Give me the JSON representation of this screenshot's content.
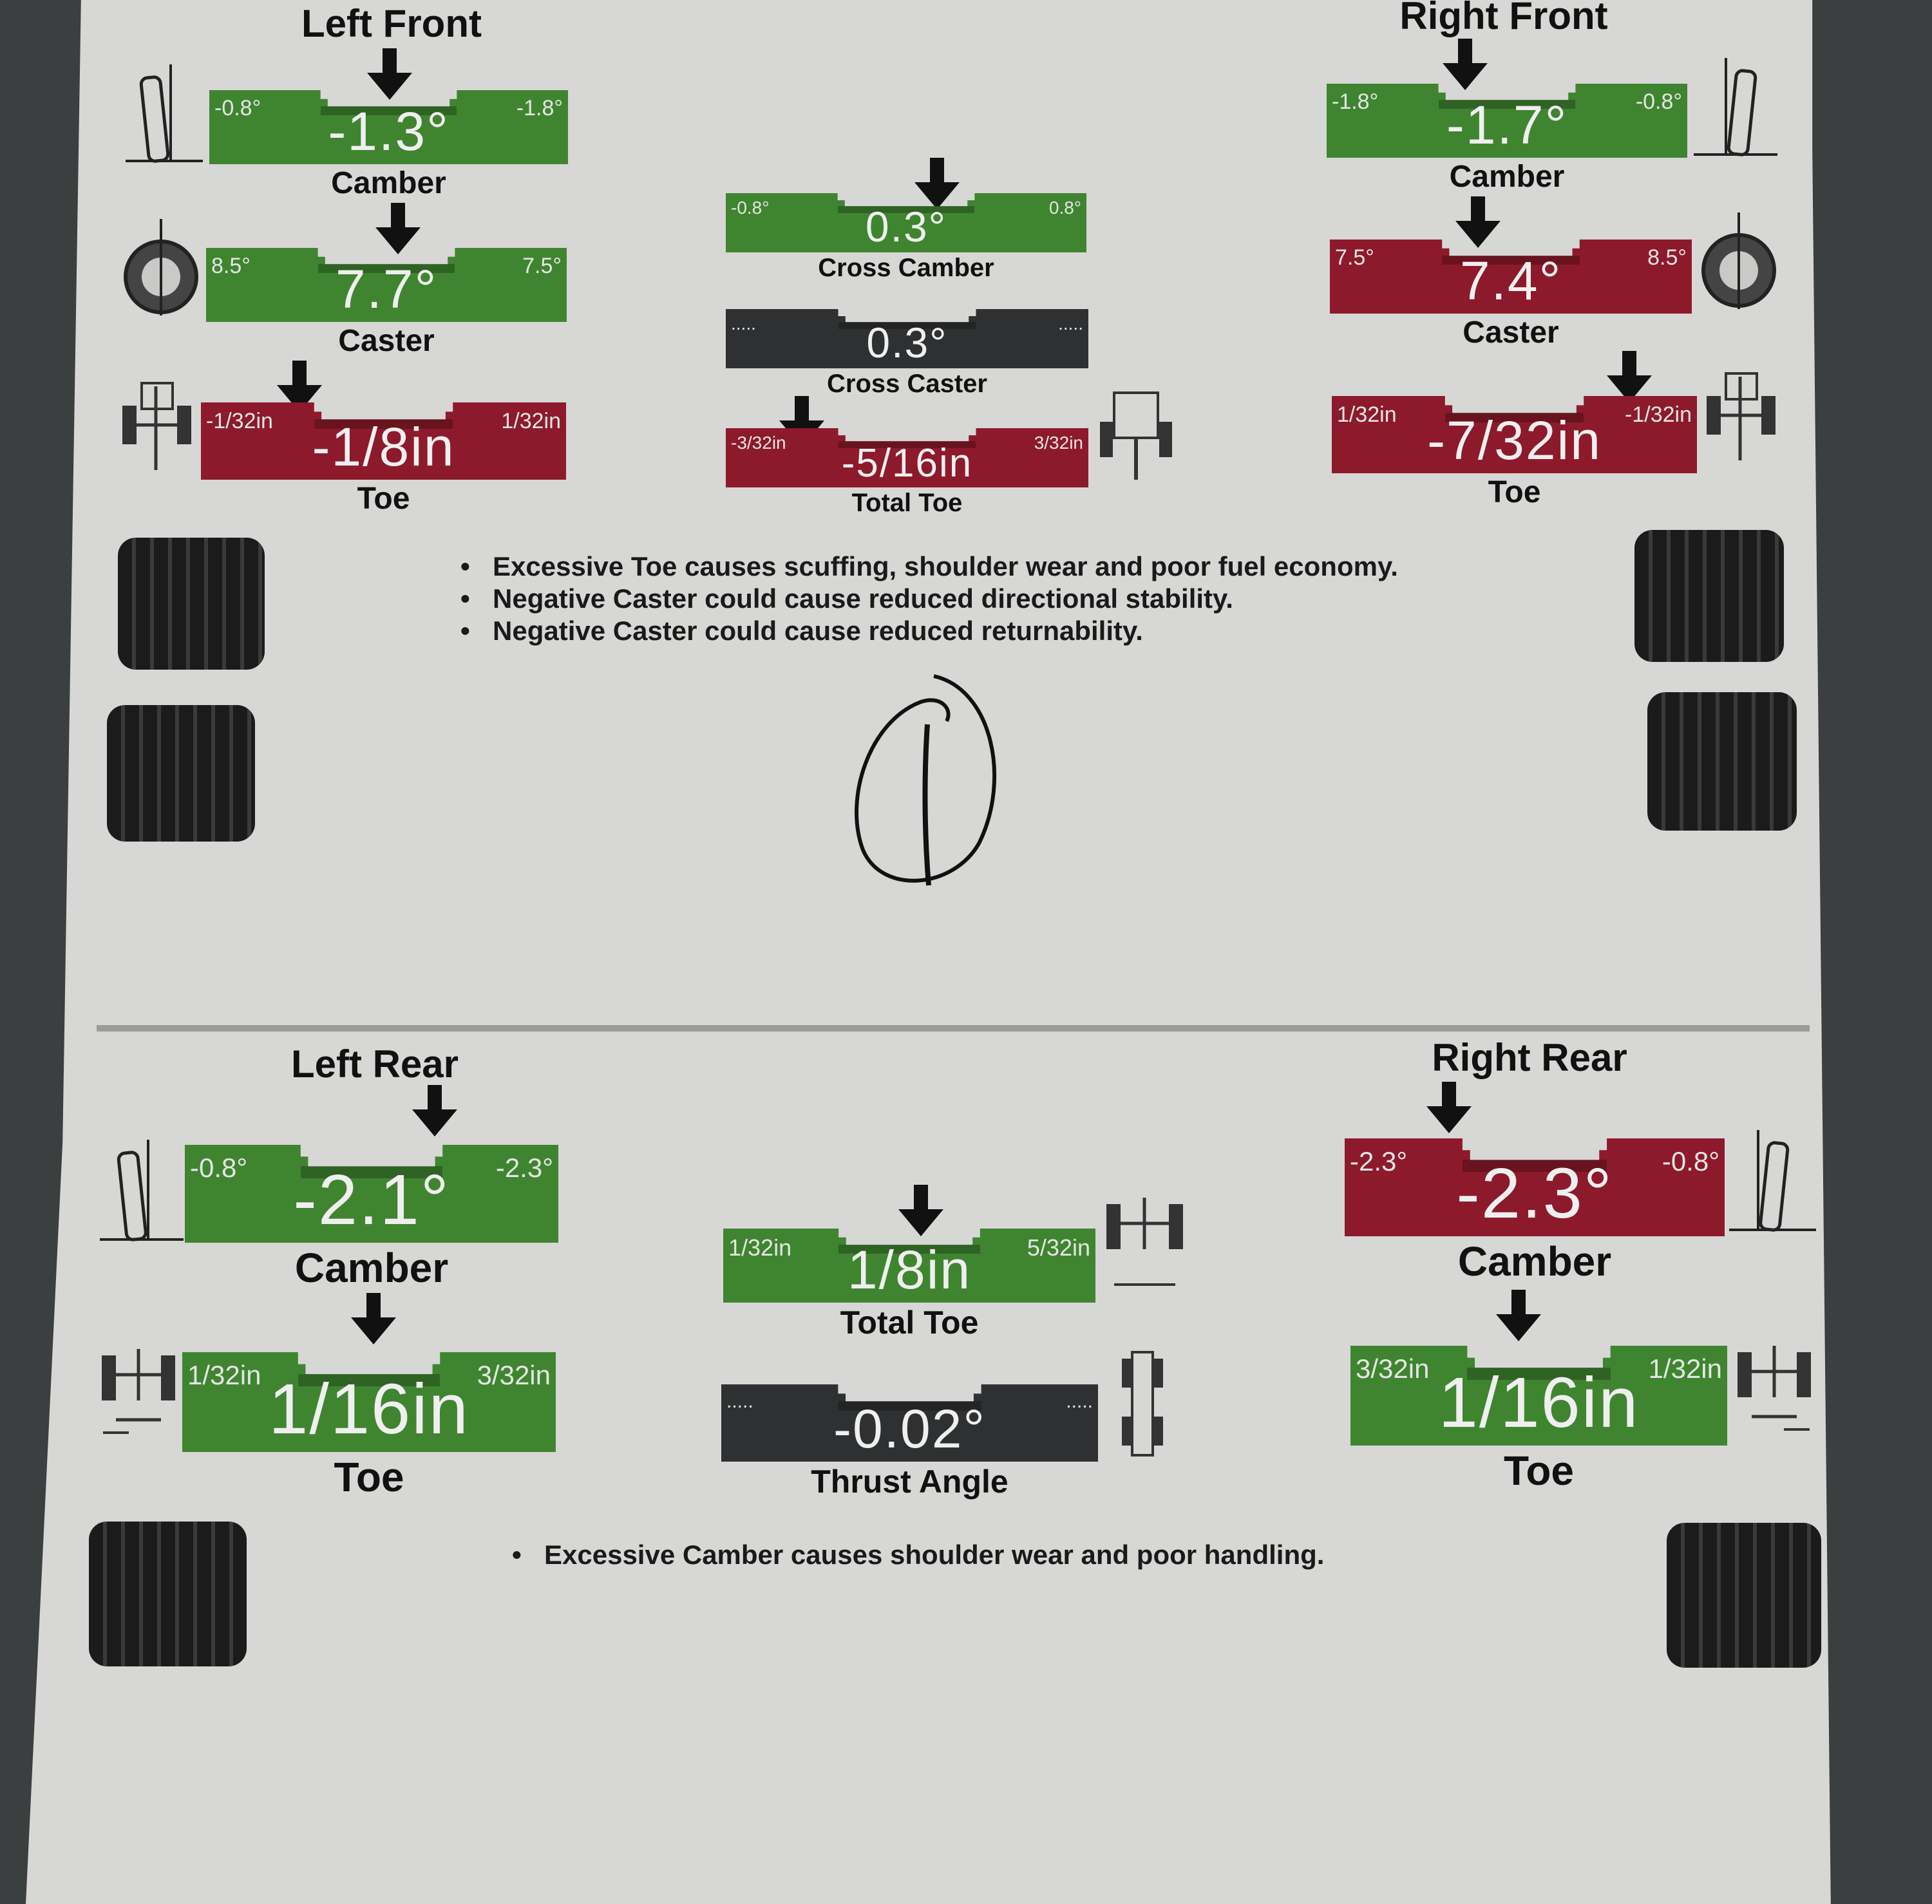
{
  "front": {
    "left_title": "Left Front",
    "right_title": "Right Front",
    "left": {
      "camber": {
        "lo": "-0.8°",
        "hi": "-1.8°",
        "value": "-1.3°",
        "label": "Camber"
      },
      "caster": {
        "lo": "8.5°",
        "hi": "7.5°",
        "value": "7.7°",
        "label": "Caster"
      },
      "toe": {
        "lo": "-1/32in",
        "hi": "1/32in",
        "value": "-1/8in",
        "label": "Toe"
      }
    },
    "right": {
      "camber": {
        "lo": "-1.8°",
        "hi": "-0.8°",
        "value": "-1.7°",
        "label": "Camber"
      },
      "caster": {
        "lo": "7.5°",
        "hi": "8.5°",
        "value": "7.4°",
        "label": "Caster"
      },
      "toe": {
        "lo": "1/32in",
        "hi": "-1/32in",
        "value": "-7/32in",
        "label": "Toe"
      }
    },
    "center": {
      "cross_camber": {
        "lo": "-0.8°",
        "hi": "0.8°",
        "value": "0.3°",
        "label": "Cross Camber"
      },
      "cross_caster": {
        "lo": ".....",
        "hi": ".....",
        "value": "0.3°",
        "label": "Cross Caster"
      },
      "total_toe": {
        "lo": "-3/32in",
        "hi": "3/32in",
        "value": "-5/16in",
        "label": "Total Toe"
      }
    },
    "notes": [
      "Excessive Toe causes scuffing, shoulder wear and poor fuel economy.",
      "Negative Caster could cause reduced directional stability.",
      "Negative Caster could cause reduced returnability."
    ]
  },
  "rear": {
    "left_title": "Left Rear",
    "right_title": "Right Rear",
    "left": {
      "camber": {
        "lo": "-0.8°",
        "hi": "-2.3°",
        "value": "-2.1°",
        "label": "Camber"
      },
      "toe": {
        "lo": "1/32in",
        "hi": "3/32in",
        "value": "1/16in",
        "label": "Toe"
      }
    },
    "right": {
      "camber": {
        "lo": "-2.3°",
        "hi": "-0.8°",
        "value": "-2.3°",
        "label": "Camber"
      },
      "toe": {
        "lo": "3/32in",
        "hi": "1/32in",
        "value": "1/16in",
        "label": "Toe"
      }
    },
    "center": {
      "total_toe": {
        "lo": "1/32in",
        "hi": "5/32in",
        "value": "1/8in",
        "label": "Total Toe"
      },
      "thrust_angle": {
        "lo": ".....",
        "hi": ".....",
        "value": "-0.02°",
        "label": "Thrust Angle"
      }
    },
    "notes": [
      "Excessive Camber causes shoulder wear and poor handling."
    ]
  },
  "colors": {
    "in_spec": "#3f8530",
    "out_of_spec": "#8d1a2a",
    "no_spec": "#2f3031"
  }
}
